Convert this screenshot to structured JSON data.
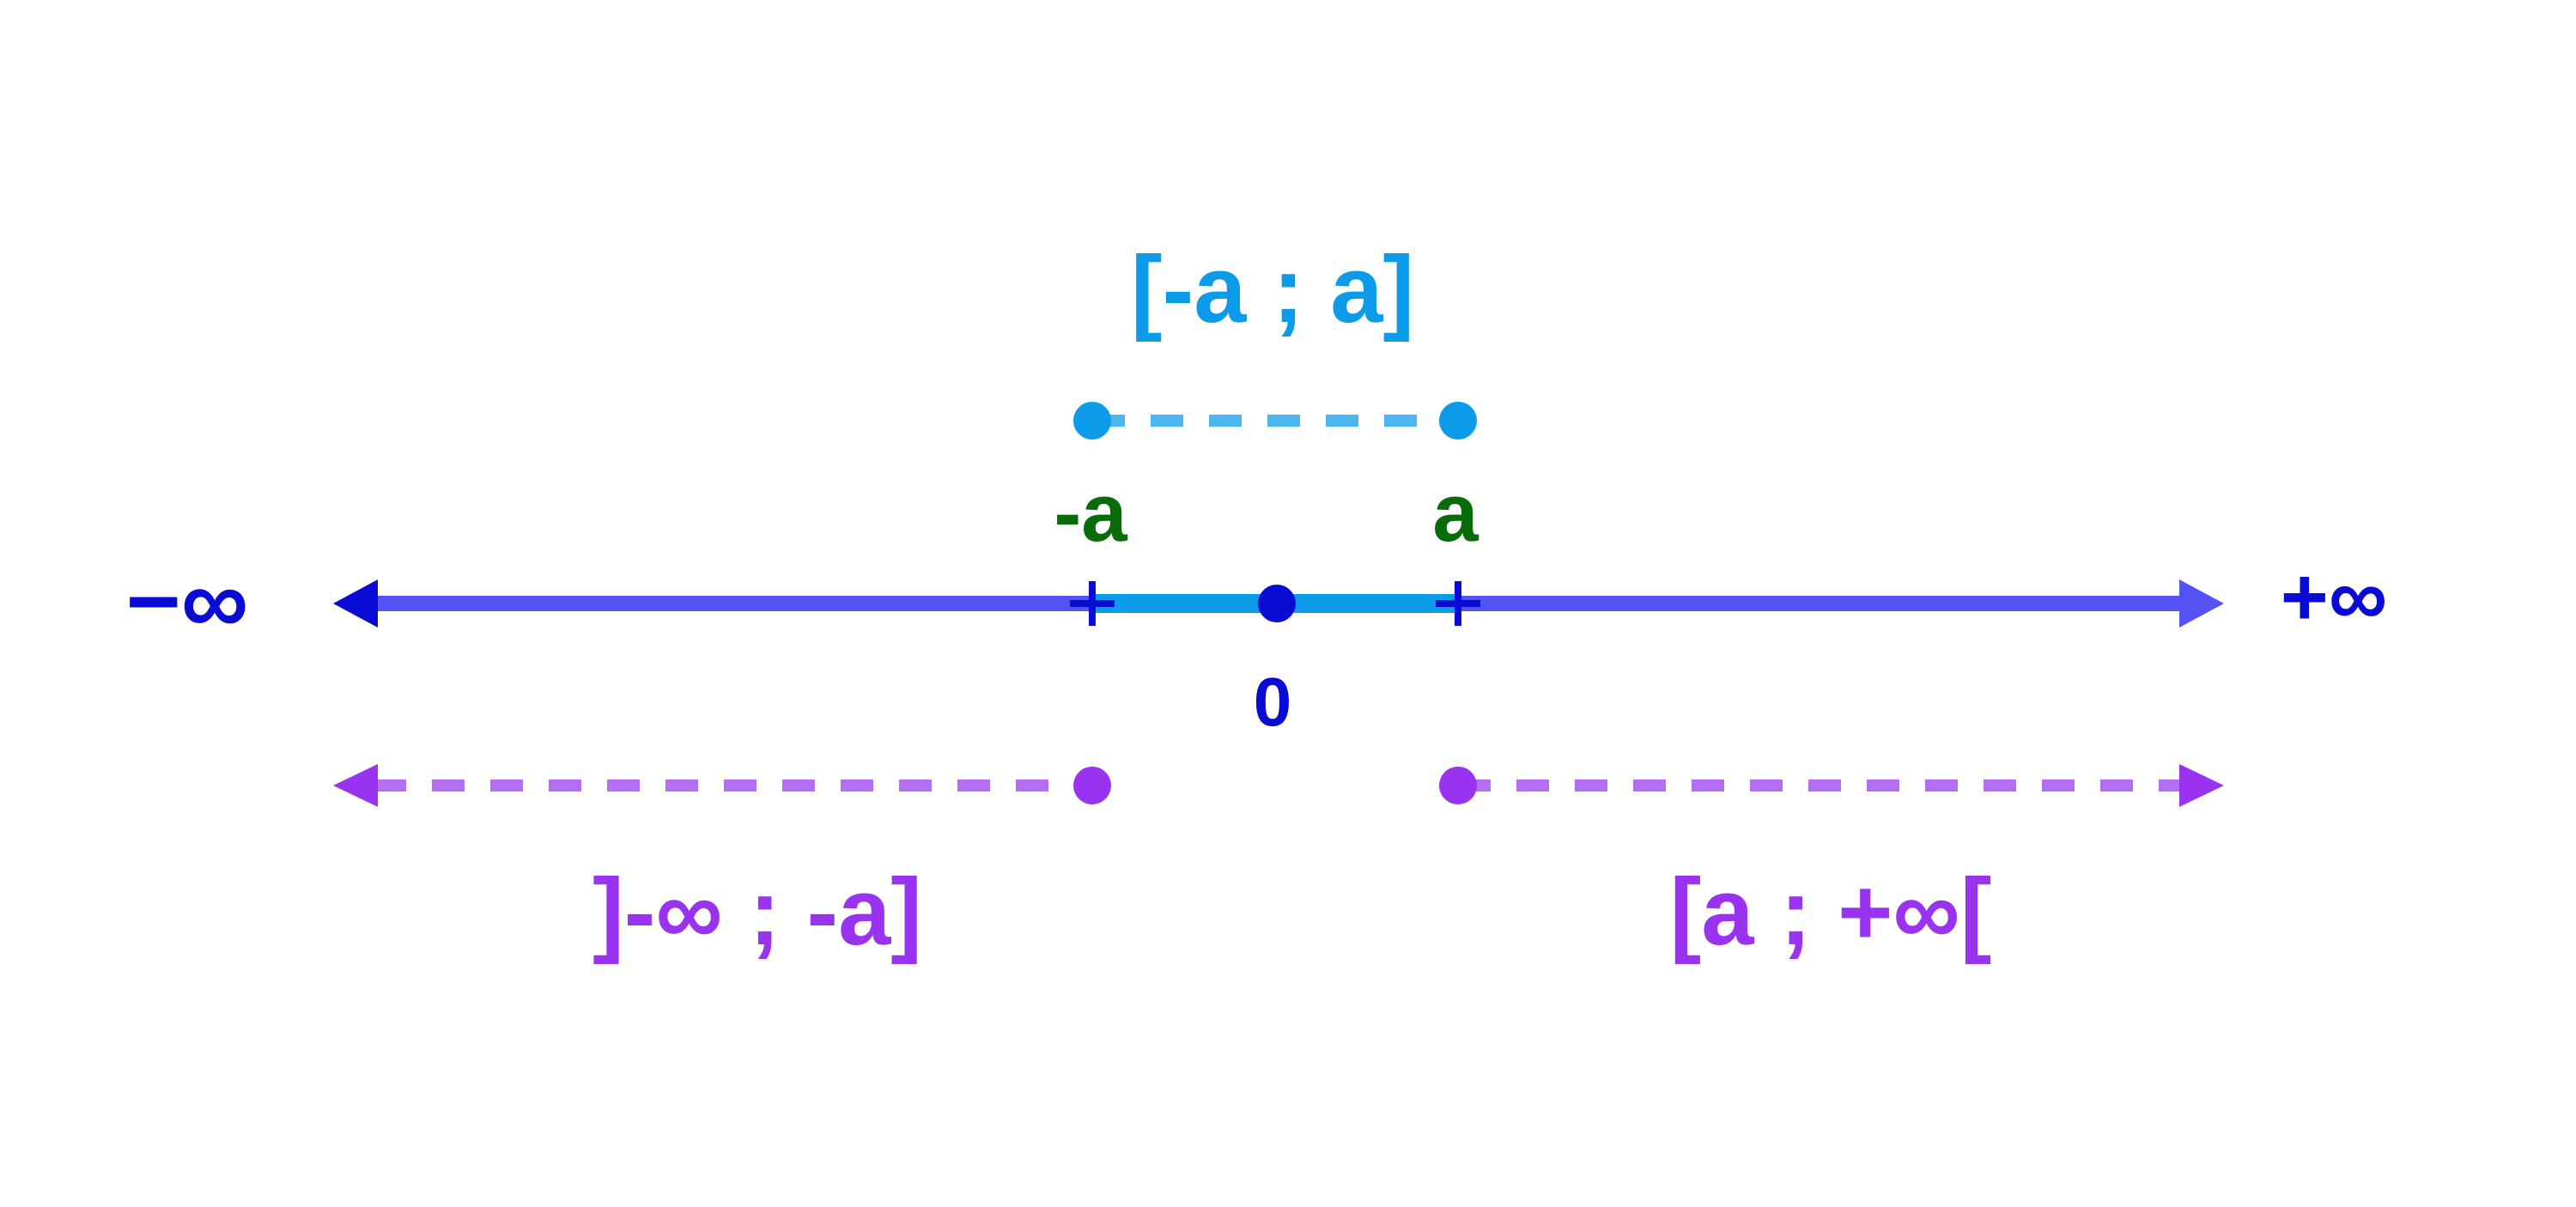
{
  "number_line": {
    "neg_infinity_label": "−∞",
    "pos_infinity_label": "+∞",
    "zero_label": "0",
    "neg_a_label": "-a",
    "a_label": "a"
  },
  "intervals": {
    "closed_middle": "[-a ; a]",
    "left_ray": "]-∞ ; -a]",
    "right_ray": "[a ; +∞["
  },
  "colors": {
    "axis": "#5252f5",
    "axis_text": "#0b0bd6",
    "middle_interval": "#0b9be8",
    "middle_interval_dash": "#4cb6f0",
    "point_labels": "#0a6b0a",
    "rays": "#9a33f0",
    "rays_dash": "#b46ef2",
    "origin_point": "#0b0bd6"
  }
}
